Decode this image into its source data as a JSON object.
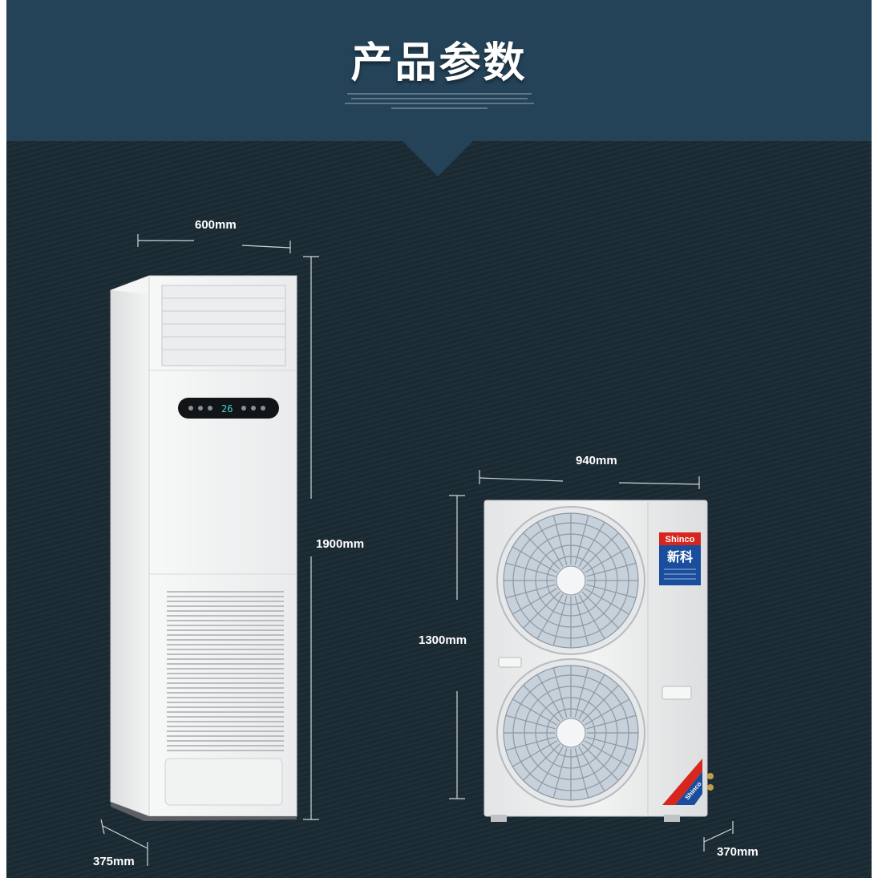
{
  "header": {
    "title": "产品参数"
  },
  "indoor_unit": {
    "width": "600mm",
    "height": "1900mm",
    "depth": "375mm"
  },
  "outdoor_unit": {
    "width": "940mm",
    "height": "1300mm",
    "depth": "370mm",
    "brand_en": "Shinco",
    "brand_cn": "新科"
  },
  "colors": {
    "header": "#244358",
    "background": "#1b2b34",
    "unit_white": "#f1f2f2",
    "brand_red": "#d7261e",
    "brand_blue": "#1a4d9c"
  }
}
